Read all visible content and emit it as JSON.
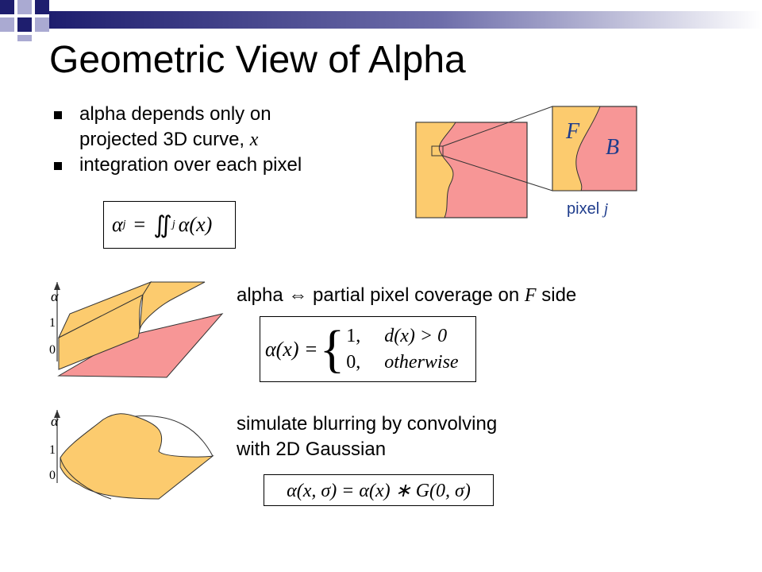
{
  "slide": {
    "title": "Geometric View of Alpha",
    "bullets": [
      {
        "line1": "alpha depends only on",
        "line2_prefix": "projected 3D curve, ",
        "line2_var": "x"
      },
      {
        "line1": "integration over each pixel"
      }
    ],
    "eq_integral": {
      "lhs": "α",
      "lhs_sub": "j",
      "op": "=",
      "int": "∬",
      "int_sub": "j",
      "rhs": "α(x)"
    },
    "inset": {
      "label_f": "F",
      "label_b": "B",
      "pixel_label": "pixel ",
      "pixel_var": "j"
    },
    "coverage": {
      "text_prefix": "alpha ",
      "arrow": "⇔",
      "text_mid": " partial pixel coverage on ",
      "text_var": "F",
      "text_suffix": " side"
    },
    "eq_piecewise": {
      "lhs": "α(x) =",
      "case1_val": "1,",
      "case1_cond": "d(x) > 0",
      "case2_val": "0,",
      "case2_cond": "otherwise"
    },
    "blur": {
      "line1": "simulate blurring by convolving",
      "line2": "with 2D Gaussian"
    },
    "eq_gauss": {
      "text": "α(x, σ) = α(x) ∗ G(0, σ)"
    },
    "plot_labels": {
      "alpha": "α",
      "one": "1",
      "zero": "0"
    }
  },
  "colors": {
    "orange": "#fccb6e",
    "pink": "#f79696",
    "navy": "#1e1e6e",
    "label_blue": "#1e3c8c"
  }
}
